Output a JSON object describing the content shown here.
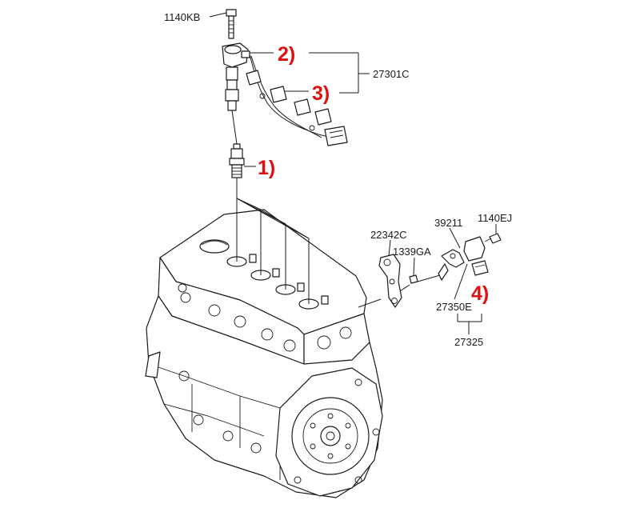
{
  "part_numbers": {
    "bolt_top": "1140KB",
    "coil_assembly": "27301C",
    "bracket_left": "22342C",
    "nut": "1339GA",
    "sensor_bracket": "39211",
    "bolt_right": "1140EJ",
    "sensor": "27350E",
    "sensor_assembly": "27325"
  },
  "callouts": {
    "spark_plug": "1)",
    "ignition_coil": "2)",
    "coil_harness": "3)",
    "sensor_connector": "4)"
  },
  "colors": {
    "callout": "#e01010",
    "lines": "#1a1a1a",
    "background": "#ffffff"
  }
}
